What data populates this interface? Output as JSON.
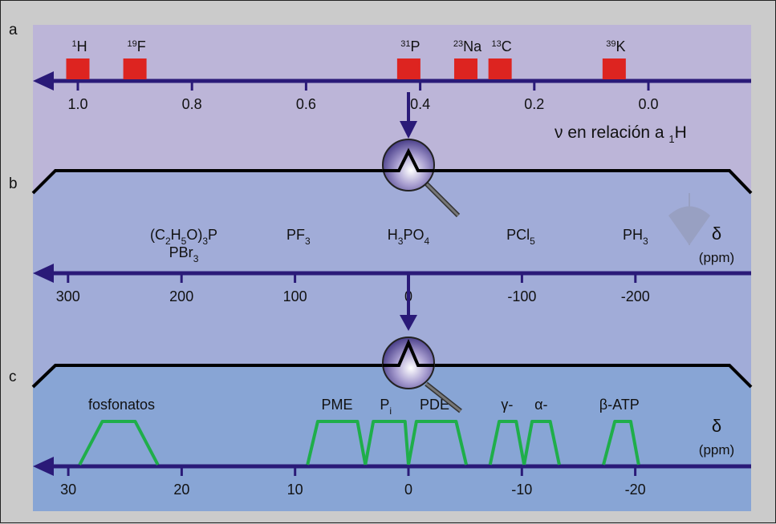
{
  "panels": {
    "a": {
      "label": "a",
      "axis_title": "ν en relación a ",
      "axis_title_sub": "1",
      "axis_title_end": "H",
      "ticks": [
        {
          "value": 1.0,
          "label": "1.0"
        },
        {
          "value": 0.8,
          "label": "0.8"
        },
        {
          "value": 0.6,
          "label": "0.6"
        },
        {
          "value": 0.4,
          "label": "0.4"
        },
        {
          "value": 0.2,
          "label": "0.2"
        },
        {
          "value": 0.0,
          "label": "0.0"
        }
      ],
      "nuclei": [
        {
          "mass": "1",
          "symbol": "H",
          "value": 1.0
        },
        {
          "mass": "19",
          "symbol": "F",
          "value": 0.9
        },
        {
          "mass": "31",
          "symbol": "P",
          "value": 0.42
        },
        {
          "mass": "23",
          "symbol": "Na",
          "value": 0.32
        },
        {
          "mass": "13",
          "symbol": "C",
          "value": 0.26
        },
        {
          "mass": "39",
          "symbol": "K",
          "value": 0.06
        }
      ]
    },
    "b": {
      "label": "b",
      "unit_symbol": "δ",
      "unit": "(ppm)",
      "ticks": [
        {
          "value": 300,
          "label": "300"
        },
        {
          "value": 200,
          "label": "200"
        },
        {
          "value": 100,
          "label": "100"
        },
        {
          "value": 0,
          "label": "0"
        },
        {
          "value": -100,
          "label": "-100"
        },
        {
          "value": -200,
          "label": "-200"
        }
      ],
      "compounds": [
        {
          "parts": [
            "(C",
            "2",
            "H",
            "5",
            "O)",
            "3",
            "P"
          ],
          "value": 198
        },
        {
          "parts": [
            "PBr",
            "3"
          ],
          "value": 198,
          "row": 2
        },
        {
          "parts": [
            "PF",
            "3"
          ],
          "value": 97
        },
        {
          "parts": [
            "H",
            "3",
            "PO",
            "4"
          ],
          "value": 0
        },
        {
          "parts": [
            "PCl",
            "5"
          ],
          "value": -99
        },
        {
          "parts": [
            "PH",
            "3"
          ],
          "value": -200
        }
      ]
    },
    "c": {
      "label": "c",
      "unit_symbol": "δ",
      "unit": "(ppm)",
      "ticks": [
        {
          "value": 30,
          "label": "30"
        },
        {
          "value": 20,
          "label": "20"
        },
        {
          "value": 10,
          "label": "10"
        },
        {
          "value": 0,
          "label": "0"
        },
        {
          "value": -10,
          "label": "-10"
        },
        {
          "value": -20,
          "label": "-20"
        }
      ],
      "peaks": [
        {
          "label": "fosfonatos",
          "sub": "",
          "base": [
            29,
            22.1
          ],
          "top": [
            27,
            24.1
          ],
          "label_at": 25.3
        },
        {
          "label": "PME",
          "sub": "",
          "base": [
            8.9,
            3.8
          ],
          "top": [
            8,
            4.5
          ],
          "label_at": 6.3
        },
        {
          "label": "P",
          "sub": "i",
          "base": [
            3.8,
            0
          ],
          "top": [
            3.1,
            0.3
          ],
          "label_at": 2
        },
        {
          "label": "PDE",
          "sub": "",
          "base": [
            0,
            -5.1
          ],
          "top": [
            -0.7,
            -4.2
          ],
          "label_at": -2.3
        },
        {
          "label": "γ-",
          "sub": "",
          "base": [
            -7.2,
            -10.2
          ],
          "top": [
            -8,
            -9.5
          ],
          "label_at": -8.7
        },
        {
          "label": "α-",
          "sub": "",
          "base": [
            -10.2,
            -13.3
          ],
          "top": [
            -10.9,
            -12.5
          ],
          "label_at": -11.7
        },
        {
          "label": "β-ATP",
          "sub": "",
          "base": [
            -17.2,
            -20.3
          ],
          "top": [
            -18.2,
            -19.6
          ],
          "label_at": -18.6
        }
      ]
    }
  },
  "colors": {
    "panel_a": "#bcb5d8",
    "panel_b": "#a1acd8",
    "panel_c": "#88a5d5",
    "axis": "#2a1a78",
    "nucleus": "#dd2420",
    "peak": "#1fae4a",
    "frame": "#cbcbcb"
  }
}
